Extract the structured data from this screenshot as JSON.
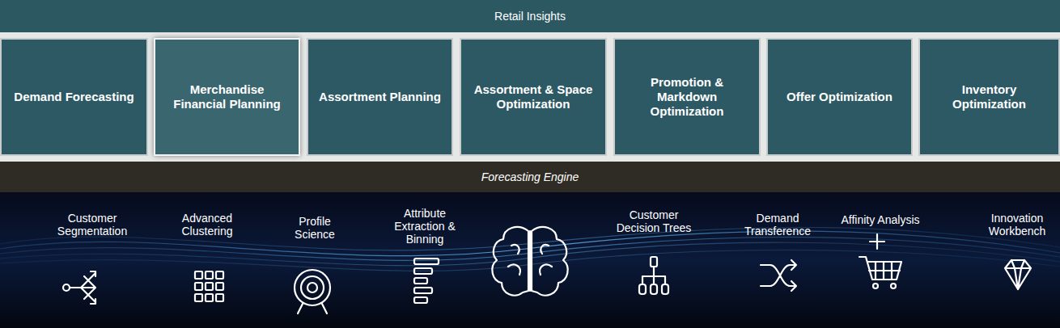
{
  "diagram": {
    "nodes": [
      {
        "text": [
          "Retail Insights"
        ]
      },
      {
        "text": [
          "Demand Forecasting"
        ]
      },
      {
        "text": [
          "Merchandise Financial Planning"
        ]
      },
      {
        "text": [
          "Assortment Planning"
        ]
      },
      {
        "text": [
          "Assortment & Space Optimization"
        ]
      },
      {
        "text": [
          "Promotion & Markdown Optimization"
        ]
      },
      {
        "text": [
          "Offer Optimization"
        ]
      },
      {
        "text": [
          "Inventory Optimization"
        ]
      },
      {
        "text": [
          "Forecasting Engine"
        ]
      }
    ],
    "labels": [
      "Customer Segmentation",
      "Advanced Clustering",
      "Profile Science",
      "Attribute Extraction & Binning",
      "Customer Decision Trees",
      "Demand Transference",
      "Affinity Analysis",
      "Innovation Workbench"
    ]
  }
}
